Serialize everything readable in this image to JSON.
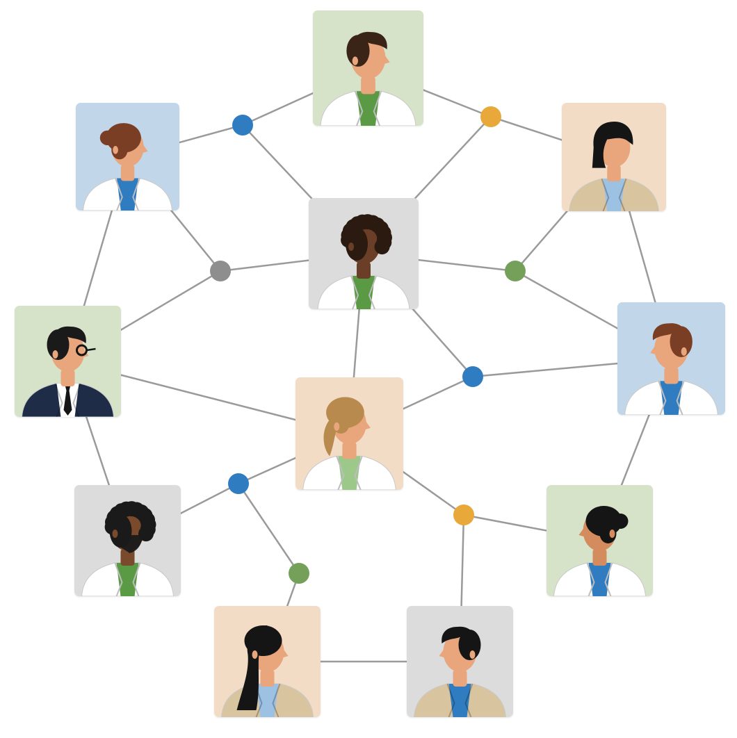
{
  "palette": {
    "edge": "#9a9a9a",
    "skin_light": "#e9a57c",
    "skin_mid": "#d48c5e",
    "skin_dark": "#6b3f27",
    "hair_dark": "#1f1f1f",
    "hair_brown": "#7a3e24",
    "hair_blonde": "#b88a4e",
    "coat_white": "#ffffff",
    "coat_tan": "#d9c4a0",
    "suit_navy": "#1f2c47"
  },
  "people": [
    {
      "id": "p-top",
      "bg": "#d6e3c8",
      "hair": "#3a2418",
      "hair_style": "short-wavy",
      "skin": "#e9a57c",
      "coat": "#ffffff",
      "shirt": "#5a9a45",
      "facing": "right"
    },
    {
      "id": "p-upper-left",
      "bg": "#c2d6ea",
      "hair": "#7a3e24",
      "hair_style": "bun-back",
      "skin": "#e9a57c",
      "coat": "#ffffff",
      "shirt": "#2f7cc0",
      "facing": "right"
    },
    {
      "id": "p-upper-right",
      "bg": "#f2dcc6",
      "hair": "#151515",
      "hair_style": "bob",
      "skin": "#e9a57c",
      "coat": "#d9c4a0",
      "shirt": "#9dc1e3",
      "facing": "left"
    },
    {
      "id": "p-center",
      "bg": "#dcdcdc",
      "hair": "#2a1a10",
      "hair_style": "curly",
      "skin": "#6b3f27",
      "coat": "#ffffff",
      "shirt": "#5a9a45",
      "facing": "right"
    },
    {
      "id": "p-left",
      "bg": "#d6e3c8",
      "hair": "#1a1a1a",
      "hair_style": "side-part",
      "skin": "#e9a57c",
      "coat": "#1f2c47",
      "shirt": "#ffffff",
      "tie": true,
      "glasses": true,
      "facing": "right"
    },
    {
      "id": "p-right",
      "bg": "#c2d6ea",
      "hair": "#7a3e24",
      "hair_style": "short",
      "skin": "#e9a57c",
      "coat": "#ffffff",
      "shirt": "#2f7cc0",
      "facing": "left"
    },
    {
      "id": "p-middle",
      "bg": "#f2dcc6",
      "hair": "#b88a4e",
      "hair_style": "ponytail",
      "skin": "#e9a57c",
      "coat": "#ffffff",
      "shirt": "#9cc98a",
      "facing": "right"
    },
    {
      "id": "p-lower-left",
      "bg": "#dcdcdc",
      "hair": "#1a1a1a",
      "hair_style": "curly-beard",
      "skin": "#7a4a2c",
      "coat": "#ffffff",
      "shirt": "#5a9a45",
      "beard": true,
      "facing": "right"
    },
    {
      "id": "p-lower-right",
      "bg": "#d6e3c8",
      "hair": "#151515",
      "hair_style": "bun-back",
      "skin": "#d48c5e",
      "coat": "#ffffff",
      "shirt": "#2f7cc0",
      "facing": "left"
    },
    {
      "id": "p-bottom-left",
      "bg": "#f2dcc6",
      "hair": "#151515",
      "hair_style": "long",
      "skin": "#e9a57c",
      "coat": "#d9c4a0",
      "shirt": "#9dc1e3",
      "facing": "right"
    },
    {
      "id": "p-bottom-right",
      "bg": "#dcdcdc",
      "hair": "#151515",
      "hair_style": "short",
      "skin": "#e9a57c",
      "coat": "#d9c4a0",
      "shirt": "#2f7cc0",
      "facing": "left"
    }
  ],
  "hubs": [
    {
      "id": "h1",
      "color": "#2f7cc0"
    },
    {
      "id": "h2",
      "color": "#e8a83a"
    },
    {
      "id": "h3",
      "color": "#8e8e8e"
    },
    {
      "id": "h4",
      "color": "#74a05a"
    },
    {
      "id": "h5",
      "color": "#2f7cc0"
    },
    {
      "id": "h6",
      "color": "#2f7cc0"
    },
    {
      "id": "h7",
      "color": "#e8a83a"
    },
    {
      "id": "h8",
      "color": "#74a05a"
    }
  ],
  "edges": [
    [
      "p-top",
      "h1"
    ],
    [
      "p-top",
      "h2"
    ],
    [
      "h1",
      "p-upper-left"
    ],
    [
      "h1",
      "p-center"
    ],
    [
      "h2",
      "p-upper-right"
    ],
    [
      "h2",
      "p-center"
    ],
    [
      "p-upper-left",
      "h3"
    ],
    [
      "p-upper-left",
      "p-left"
    ],
    [
      "h3",
      "p-center"
    ],
    [
      "h3",
      "p-left"
    ],
    [
      "p-upper-right",
      "h4"
    ],
    [
      "p-upper-right",
      "p-right"
    ],
    [
      "h4",
      "p-center"
    ],
    [
      "h4",
      "p-right"
    ],
    [
      "p-center",
      "h5"
    ],
    [
      "p-center",
      "p-middle"
    ],
    [
      "h5",
      "p-right"
    ],
    [
      "h5",
      "p-middle"
    ],
    [
      "p-left",
      "p-middle"
    ],
    [
      "p-left",
      "p-lower-left"
    ],
    [
      "p-middle",
      "h6"
    ],
    [
      "p-middle",
      "h7"
    ],
    [
      "h6",
      "p-lower-left"
    ],
    [
      "h6",
      "h8"
    ],
    [
      "h8",
      "p-bottom-left"
    ],
    [
      "h7",
      "p-lower-right"
    ],
    [
      "h7",
      "p-bottom-right"
    ],
    [
      "p-right",
      "p-lower-right"
    ],
    [
      "p-bottom-left",
      "p-bottom-right"
    ]
  ]
}
